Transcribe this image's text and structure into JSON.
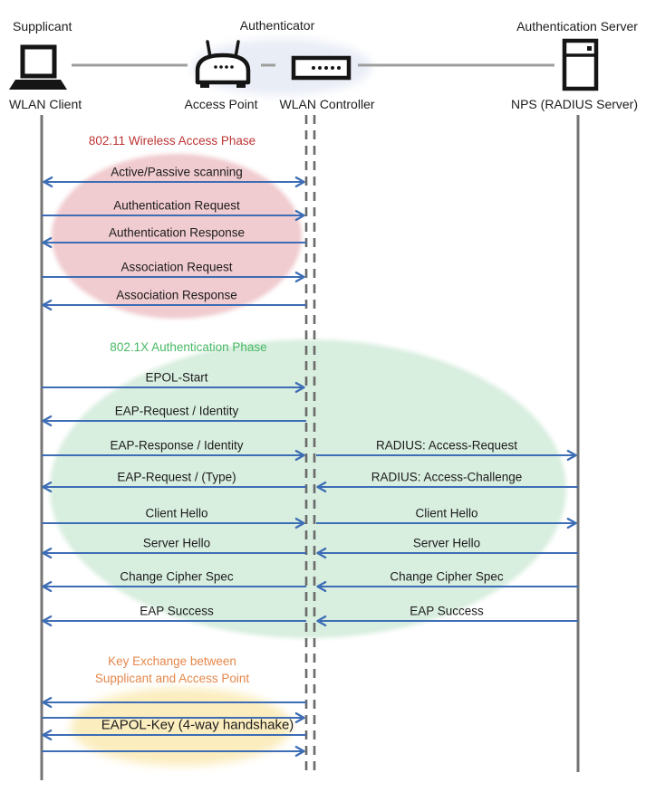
{
  "diagram": {
    "roles": {
      "supplicant": "Supplicant",
      "authenticator": "Authenticator",
      "authentication_server": "Authentication Server"
    },
    "devices": {
      "wlan_client": "WLAN Client",
      "access_point": "Access Point",
      "wlan_controller": "WLAN Controller",
      "nps": "NPS (RADIUS Server)"
    },
    "phases": [
      {
        "title": "802.11 Wireless Access Phase",
        "title_color": "#BE3434",
        "ellipse_color": "#F0CBCF"
      },
      {
        "title": "802.1X Authentication Phase",
        "title_color": "#47B964",
        "ellipse_color": "#D8EEDF"
      },
      {
        "title_line1": "Key Exchange between",
        "title_line2": "Supplicant and Access Point",
        "title_color": "#E5874B",
        "ellipse_color": "#FBEDBE"
      }
    ],
    "authenticator_highlight_color": "#E9EDF6"
  },
  "messages": [
    {
      "label": "Active/Passive scanning",
      "region": "left",
      "dir": "both"
    },
    {
      "label": "Authentication Request",
      "region": "left",
      "dir": "right"
    },
    {
      "label": "Authentication Response",
      "region": "left",
      "dir": "left"
    },
    {
      "label": "Association Request",
      "region": "left",
      "dir": "right"
    },
    {
      "label": "Association Response",
      "region": "left",
      "dir": "left"
    },
    {
      "label": "EPOL-Start",
      "region": "left",
      "dir": "right"
    },
    {
      "label": "EAP-Request / Identity",
      "region": "left",
      "dir": "left"
    },
    {
      "label": "EAP-Response / Identity",
      "region": "left",
      "dir": "right"
    },
    {
      "label": "RADIUS: Access-Request",
      "region": "right",
      "dir": "right"
    },
    {
      "label": "EAP-Request / (Type)",
      "region": "left",
      "dir": "left"
    },
    {
      "label": "RADIUS: Access-Challenge",
      "region": "right",
      "dir": "left"
    },
    {
      "label": "Client Hello",
      "region": "left",
      "dir": "right"
    },
    {
      "label": "Client Hello",
      "region": "right",
      "dir": "right"
    },
    {
      "label": "Server Hello",
      "region": "left",
      "dir": "left"
    },
    {
      "label": "Server Hello",
      "region": "right",
      "dir": "left"
    },
    {
      "label": "Change Cipher Spec",
      "region": "left",
      "dir": "left"
    },
    {
      "label": "Change Cipher Spec",
      "region": "right",
      "dir": "left"
    },
    {
      "label": "EAP Success",
      "region": "left",
      "dir": "left"
    },
    {
      "label": "EAP Success",
      "region": "right",
      "dir": "left"
    },
    {
      "label": "",
      "region": "left",
      "dir": "left"
    },
    {
      "label": "",
      "region": "left",
      "dir": "right"
    },
    {
      "label": "EAPOL-Key (4-way handshake)",
      "region": "left",
      "dir": "left"
    },
    {
      "label": "",
      "region": "left",
      "dir": "right"
    }
  ],
  "colors": {
    "arrow": "#3D6DB5",
    "lifeline": "#747474",
    "dashed_line": "#6B6B6B",
    "connector": "#9E9E9E",
    "icon": "#151515",
    "text": "#1C1C1C"
  }
}
